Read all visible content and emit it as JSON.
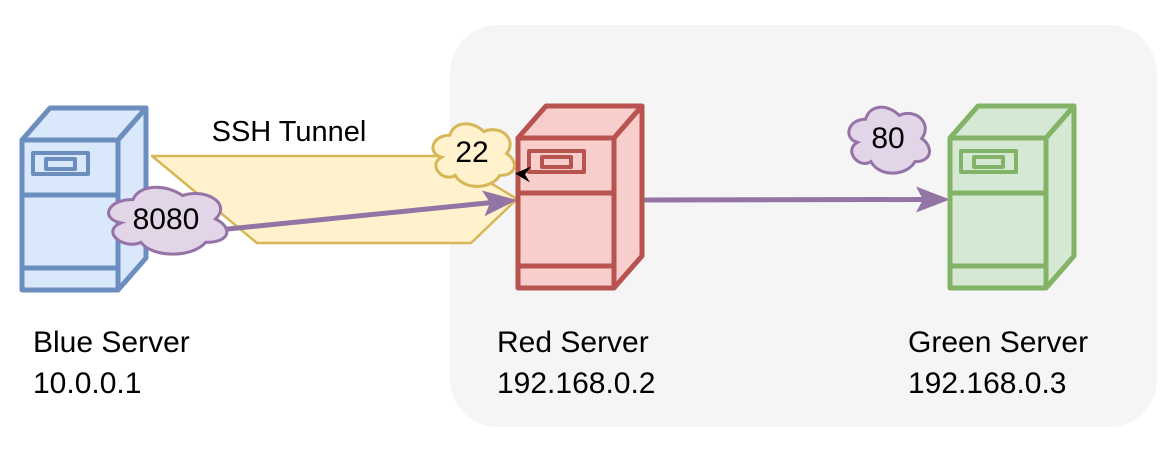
{
  "diagram": {
    "zone": {
      "fill": "#f5f5f5"
    },
    "tunnel": {
      "label": "SSH Tunnel",
      "fill": "#FFF2CC",
      "stroke": "#D6B656"
    },
    "connection_color": "#9274A5",
    "link_arrow_color": "#000000",
    "servers": [
      {
        "name": "Blue Server",
        "ip": "10.0.0.1",
        "fill": "#DAE8FC",
        "stroke": "#6C8EBF"
      },
      {
        "name": "Red Server",
        "ip": "192.168.0.2",
        "fill": "#F8CECC",
        "stroke": "#B85450"
      },
      {
        "name": "Green Server",
        "ip": "192.168.0.3",
        "fill": "#D5E8D4",
        "stroke": "#82B366"
      }
    ],
    "ports": [
      {
        "value": "8080",
        "fill": "#E1D5E7",
        "stroke": "#9673A6"
      },
      {
        "value": "22",
        "fill": "#FFF2CC",
        "stroke": "#D6B656"
      },
      {
        "value": "80",
        "fill": "#E1D5E7",
        "stroke": "#9673A6"
      }
    ]
  }
}
